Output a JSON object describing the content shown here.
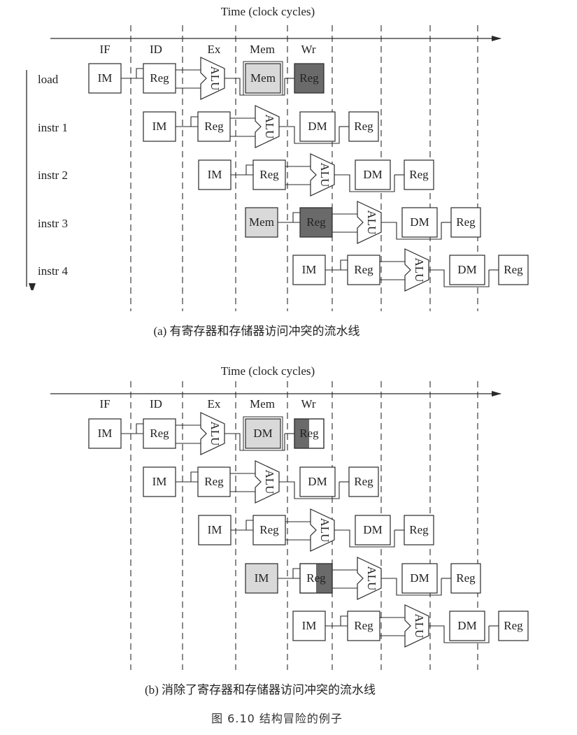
{
  "panels": [
    {
      "id": "a",
      "time_label": "Time (clock cycles)",
      "stages": [
        "IF",
        "ID",
        "Ex",
        "Mem",
        "Wr"
      ],
      "instructions": [
        "load",
        "instr 1",
        "instr 2",
        "instr 3",
        "instr 4"
      ],
      "instruction_rows": [
        {
          "units": [
            {
              "kind": "box",
              "text": "IM"
            },
            {
              "kind": "box",
              "text": "Reg"
            },
            {
              "kind": "alu",
              "text": "ALU"
            },
            {
              "kind": "box",
              "text": "Mem",
              "fill": "light"
            },
            {
              "kind": "box",
              "text": "Reg",
              "fill": "dark"
            }
          ]
        },
        {
          "units": [
            {
              "kind": "box",
              "text": "IM"
            },
            {
              "kind": "box",
              "text": "Reg"
            },
            {
              "kind": "alu",
              "text": "ALU"
            },
            {
              "kind": "box",
              "text": "DM"
            },
            {
              "kind": "box",
              "text": "Reg"
            }
          ]
        },
        {
          "units": [
            {
              "kind": "box",
              "text": "IM"
            },
            {
              "kind": "box",
              "text": "Reg"
            },
            {
              "kind": "alu",
              "text": "ALU"
            },
            {
              "kind": "box",
              "text": "DM"
            },
            {
              "kind": "box",
              "text": "Reg"
            }
          ]
        },
        {
          "units": [
            {
              "kind": "box",
              "text": "Mem",
              "fill": "light"
            },
            {
              "kind": "box",
              "text": "Reg",
              "fill": "dark"
            },
            {
              "kind": "alu",
              "text": "ALU"
            },
            {
              "kind": "box",
              "text": "DM"
            },
            {
              "kind": "box",
              "text": "Reg"
            }
          ]
        },
        {
          "units": [
            {
              "kind": "box",
              "text": "IM"
            },
            {
              "kind": "box",
              "text": "Reg"
            },
            {
              "kind": "alu",
              "text": "ALU"
            },
            {
              "kind": "box",
              "text": "DM"
            },
            {
              "kind": "box",
              "text": "Reg"
            }
          ]
        }
      ],
      "caption": "(a) 有寄存器和存储器访问冲突的流水线"
    },
    {
      "id": "b",
      "time_label": "Time (clock cycles)",
      "stages": [
        "IF",
        "ID",
        "Ex",
        "Mem",
        "Wr"
      ],
      "instructions": [],
      "instruction_rows": [
        {
          "units": [
            {
              "kind": "box",
              "text": "IM"
            },
            {
              "kind": "box",
              "text": "Reg"
            },
            {
              "kind": "alu",
              "text": "ALU"
            },
            {
              "kind": "box",
              "text": "DM",
              "fill": "light"
            },
            {
              "kind": "box",
              "text": "Reg",
              "fill": "half-left"
            }
          ]
        },
        {
          "units": [
            {
              "kind": "box",
              "text": "IM"
            },
            {
              "kind": "box",
              "text": "Reg"
            },
            {
              "kind": "alu",
              "text": "ALU"
            },
            {
              "kind": "box",
              "text": "DM"
            },
            {
              "kind": "box",
              "text": "Reg"
            }
          ]
        },
        {
          "units": [
            {
              "kind": "box",
              "text": "IM"
            },
            {
              "kind": "box",
              "text": "Reg"
            },
            {
              "kind": "alu",
              "text": "ALU"
            },
            {
              "kind": "box",
              "text": "DM"
            },
            {
              "kind": "box",
              "text": "Reg"
            }
          ]
        },
        {
          "units": [
            {
              "kind": "box",
              "text": "IM",
              "fill": "light"
            },
            {
              "kind": "box",
              "text": "Reg",
              "fill": "half-right"
            },
            {
              "kind": "alu",
              "text": "ALU"
            },
            {
              "kind": "box",
              "text": "DM"
            },
            {
              "kind": "box",
              "text": "Reg"
            }
          ]
        },
        {
          "units": [
            {
              "kind": "box",
              "text": "IM"
            },
            {
              "kind": "box",
              "text": "Reg"
            },
            {
              "kind": "alu",
              "text": "ALU"
            },
            {
              "kind": "box",
              "text": "DM"
            },
            {
              "kind": "box",
              "text": "Reg"
            }
          ]
        }
      ],
      "caption": "(b) 消除了寄存器和存储器访问冲突的流水线"
    }
  ],
  "figure_caption": "图 6.10   结构冒险的例子",
  "colors": {
    "line": "#2a2a2a",
    "light_fill": "#d9d9d9",
    "dark_fill": "#6a6a6a",
    "box_fill": "#ffffff"
  }
}
